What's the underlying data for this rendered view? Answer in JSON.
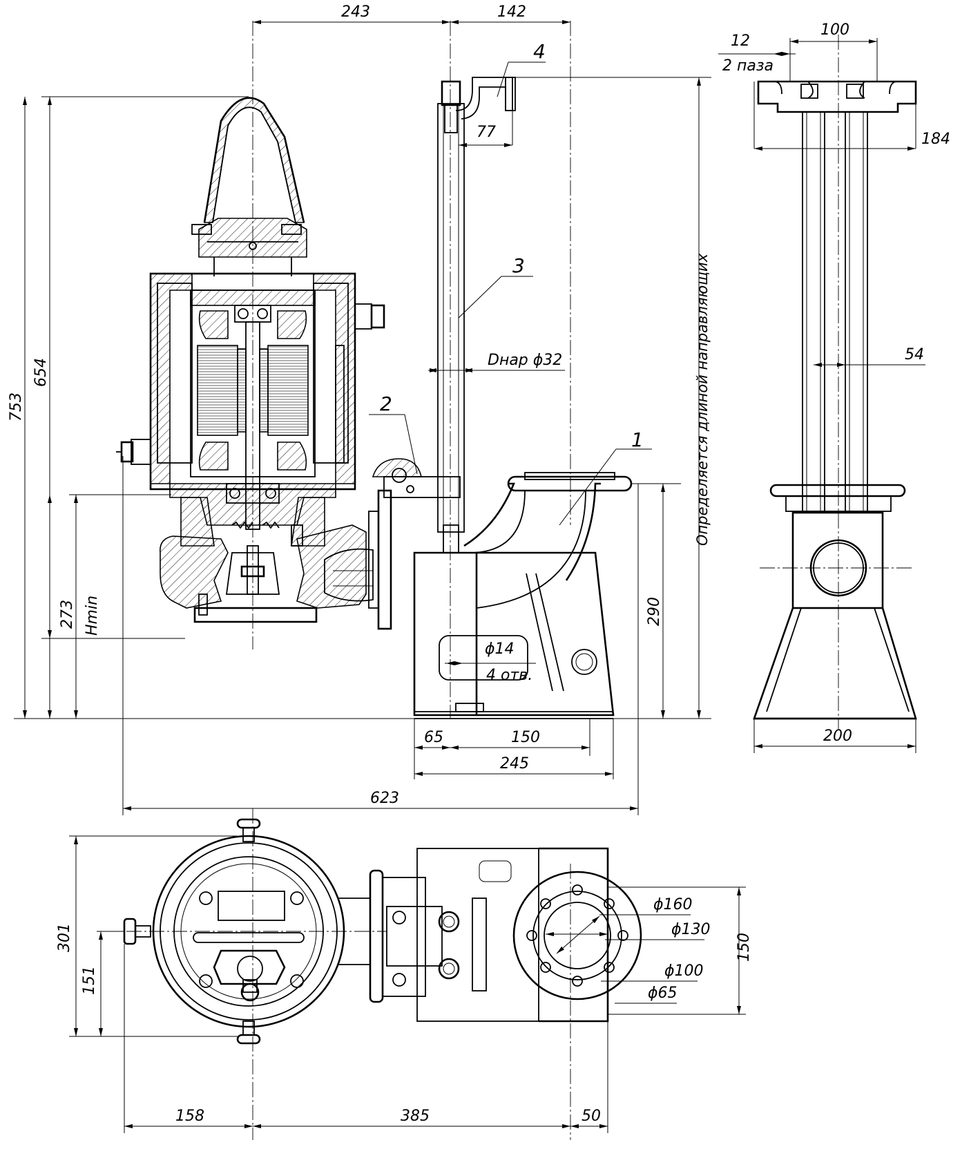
{
  "drawing": {
    "dimensions": {
      "d243": "243",
      "d142": "142",
      "d753": "753",
      "d654": "654",
      "d273": "273",
      "hmin": "Hmin",
      "d290": "290",
      "d77": "77",
      "d65": "65",
      "d150": "150",
      "d245": "245",
      "d623": "623",
      "d14": "ϕ14",
      "holes": "4 отв.",
      "dnar": "Dнар ϕ32",
      "d12": "12",
      "slots": "2 паза",
      "d100": "100",
      "d184": "184",
      "d54": "54",
      "d200": "200",
      "d301": "301",
      "d151": "151",
      "d158": "158",
      "d385": "385",
      "d50": "50",
      "p160": "ϕ160",
      "p130": "ϕ130",
      "p100": "ϕ100",
      "p65": "ϕ65",
      "d150b": "150"
    },
    "rail_note": "Определяется длиной направляющих",
    "callouts": [
      "1",
      "2",
      "3",
      "4"
    ]
  }
}
